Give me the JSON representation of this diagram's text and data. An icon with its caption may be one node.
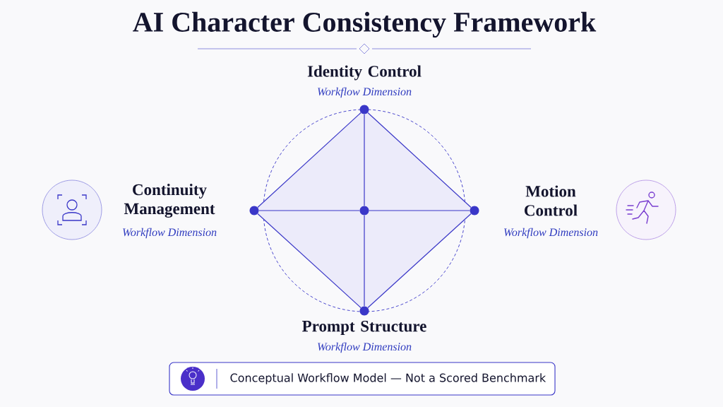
{
  "diagram": {
    "title": "AI Character Consistency Framework",
    "nodes": [
      {
        "text": [],
        "shape": "circle",
        "beside": [
          "Identity Control",
          "Workflow Dimension"
        ]
      },
      {
        "text": [],
        "shape": "circle",
        "beside": [
          "Continuity Management",
          "Workflow Dimension"
        ]
      },
      {
        "text": [],
        "shape": "circle"
      },
      {
        "text": [],
        "shape": "circle",
        "beside": [
          "Motion Control",
          "Workflow Dimension"
        ]
      },
      {
        "text": [],
        "shape": "circle",
        "beside": [
          "Prompt Structure",
          "Workflow Dimension"
        ]
      },
      {
        "text": [
          "Conceptual Workflow Model — Not a Scored Benchmark"
        ]
      }
    ],
    "edges": [
      {
        "from": 0,
        "to": 3,
        "arrow": "none"
      },
      {
        "from": 3,
        "to": 4,
        "arrow": "none"
      },
      {
        "from": 4,
        "to": 1,
        "arrow": "none"
      },
      {
        "from": 1,
        "to": 0,
        "arrow": "none"
      },
      {
        "from": 2,
        "to": 0,
        "arrow": "none"
      },
      {
        "from": 2,
        "to": 4,
        "arrow": "none"
      },
      {
        "from": 2,
        "to": 1,
        "arrow": "none"
      },
      {
        "from": 2,
        "to": 3,
        "arrow": "none"
      }
    ]
  }
}
